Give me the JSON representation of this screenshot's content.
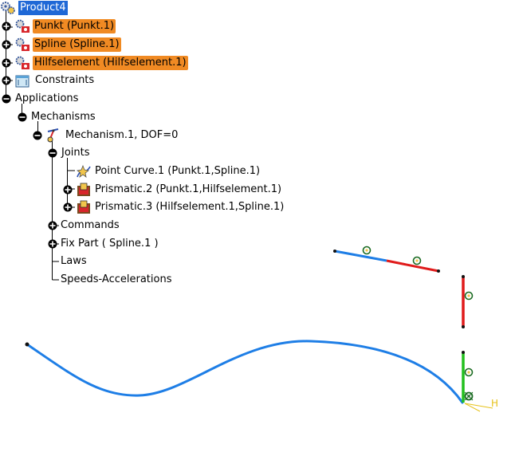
{
  "tree": {
    "product": "Product4",
    "punkt": "Punkt (Punkt.1)",
    "spline": "Spline (Spline.1)",
    "hilfselement": "Hilfselement (Hilfselement.1)",
    "constraints": "Constraints",
    "applications": "Applications",
    "mechanisms": "Mechanisms",
    "mechanism": "Mechanism.1, DOF=0",
    "joints": "Joints",
    "point_curve": "Point Curve.1 (Punkt.1,Spline.1)",
    "prismatic2": "Prismatic.2 (Punkt.1,Hilfselement.1)",
    "prismatic3": "Prismatic.3 (Hilfselement.1,Spline.1)",
    "commands": "Commands",
    "fix_part": "Fix Part ( Spline.1 )",
    "laws": "Laws",
    "speeds": "Speeds-Accelerations"
  },
  "viewport": {
    "axis_label": "H"
  },
  "colors": {
    "selection": "#1f68d6",
    "highlight": "#f08a23",
    "curve_blue": "#1e7ee6",
    "red": "#e01b1b",
    "green": "#22c01e",
    "axis_yellow": "#e6c21a"
  }
}
